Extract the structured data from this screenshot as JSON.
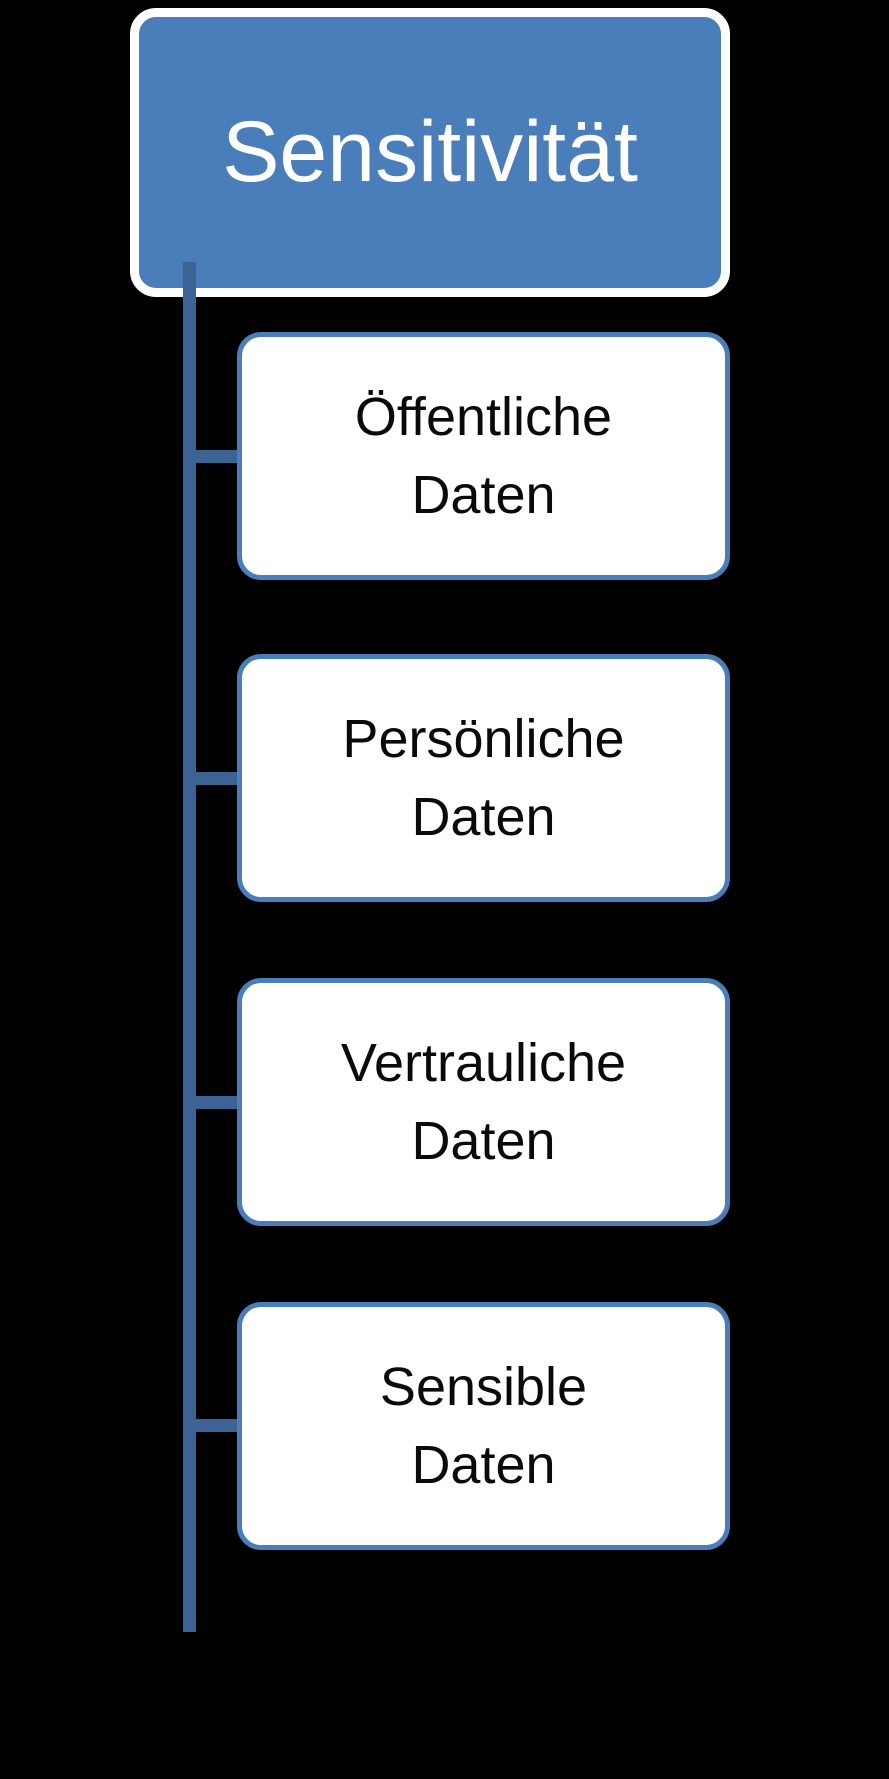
{
  "diagram": {
    "type": "hierarchy-tree",
    "orientation": "vertical-left-trunk",
    "background_color": "#000000",
    "root": {
      "label": "Sensitivität",
      "fill_color": "#4A7EBB",
      "border_color": "#FFFFFF",
      "text_color": "#FFFFFF"
    },
    "connector": {
      "color": "#3B6495"
    },
    "children": [
      {
        "label": "Öffentliche Daten",
        "line1": "Öffentliche",
        "line2": "Daten",
        "fill_color": "#FFFFFF",
        "border_color": "#4A7EBB",
        "text_color": "#0A0A0A"
      },
      {
        "label": "Persönliche Daten",
        "line1": "Persönliche",
        "line2": "Daten",
        "fill_color": "#FFFFFF",
        "border_color": "#4A7EBB",
        "text_color": "#0A0A0A"
      },
      {
        "label": "Vertrauliche Daten",
        "line1": "Vertrauliche",
        "line2": "Daten",
        "fill_color": "#FFFFFF",
        "border_color": "#4A7EBB",
        "text_color": "#0A0A0A"
      },
      {
        "label": "Sensible Daten",
        "line1": "Sensible",
        "line2": "Daten",
        "fill_color": "#FFFFFF",
        "border_color": "#4A7EBB",
        "text_color": "#0A0A0A"
      }
    ]
  }
}
